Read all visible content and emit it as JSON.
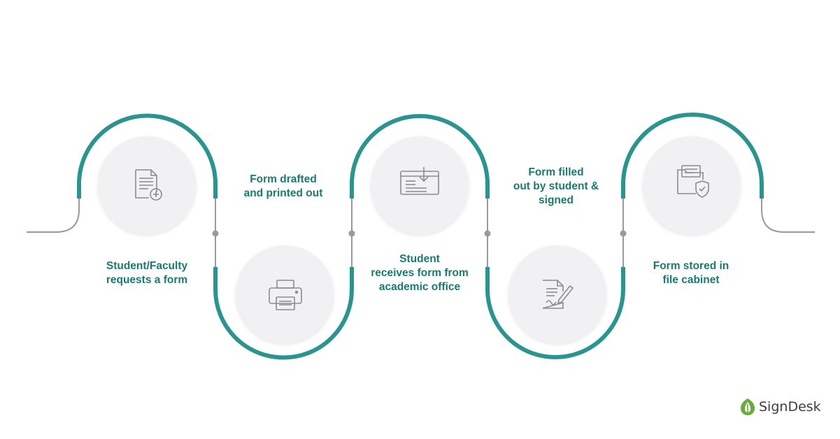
{
  "colors": {
    "teal": "#2a958e",
    "gray_line": "#9a9a9a",
    "circle_bg": "#f1f1f3",
    "text": "#1b7a6f",
    "icon": "#8c8c8c",
    "logo_green": "#6aab3c"
  },
  "steps": [
    {
      "icon": "document-add-icon",
      "lines": [
        "Student/Faculty",
        "requests a form"
      ]
    },
    {
      "icon": "printer-icon",
      "lines": [
        "Form drafted",
        "and printed out"
      ]
    },
    {
      "icon": "inbox-download-icon",
      "lines": [
        "Student",
        "receives form from",
        "academic office"
      ]
    },
    {
      "icon": "signed-document-icon",
      "lines": [
        "Form filled",
        "out by student &",
        "signed"
      ]
    },
    {
      "icon": "secure-folder-icon",
      "lines": [
        "Form stored in",
        "file cabinet"
      ]
    }
  ],
  "brand": {
    "name": "SignDesk"
  }
}
